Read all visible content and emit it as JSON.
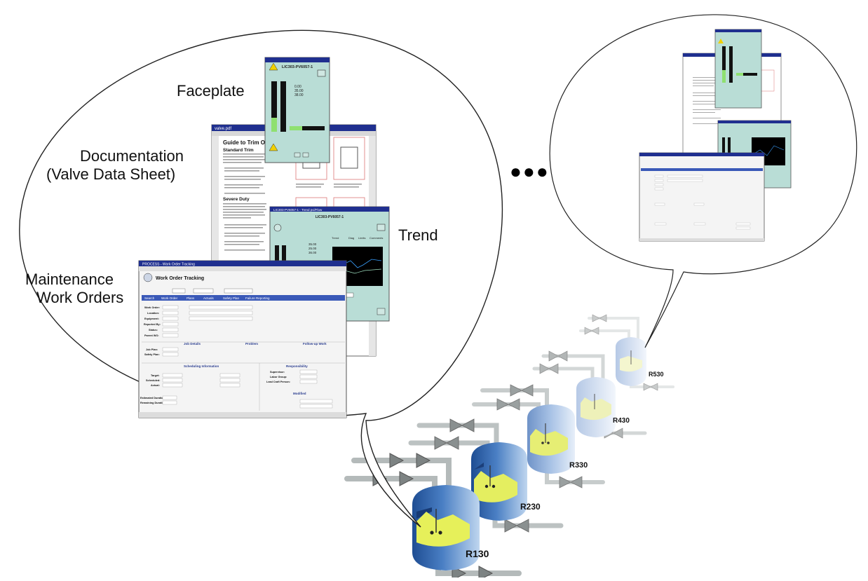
{
  "labels": {
    "faceplate": "Faceplate",
    "documentation_line1": "Documentation",
    "documentation_line2": "(Valve Data Sheet)",
    "trend": "Trend",
    "maintenance_line1": "Maintenance",
    "maintenance_line2": "Work Orders"
  },
  "reactors": [
    "R130",
    "R230",
    "R330",
    "R430",
    "R530"
  ],
  "ellipsis": "●●●",
  "faceplate_window": {
    "title": "LIC303-PV6057-1",
    "values": [
      "0.00",
      "35.00",
      "38.00"
    ]
  },
  "doc_window": {
    "title": "valve.pdf",
    "heading": "Guide to Trim Options",
    "sections": [
      "Standard Trim",
      "Severe Duty"
    ]
  },
  "trend_window": {
    "title": "LIC303-PV6057-1 - Trend pvi/Flow",
    "header": "LIC303-PV6057-1",
    "values": [
      "35.00",
      "25.00",
      "36.00"
    ],
    "tabs": [
      "Trend",
      "Diag",
      "Limits",
      "Comments"
    ]
  },
  "work_order_window": {
    "title": "PROCESS - Work Order Tracking",
    "app_title": "Work Order Tracking",
    "tabs": [
      "Search",
      "Work Order",
      "Plans",
      "Actuals",
      "Safety Plan",
      "Failure Reporting"
    ],
    "section_titles": [
      "Job Details",
      "Problem",
      "Follow-up Work",
      "Scheduling Information",
      "Responsibility",
      "Modified"
    ],
    "fields": [
      "Work Order:",
      "Location:",
      "Equipment:",
      "Reported By:",
      "Status:",
      "Parent WO:",
      "Job Plan:",
      "Safety Plan:",
      "Target:",
      "Scheduled:",
      "Actual:",
      "Estimated Duration:",
      "Remaining Duration:",
      "Supervisor:",
      "Labor Group:",
      "Lead Craft Person:"
    ]
  },
  "colors": {
    "panel_teal": "#b9ddd6",
    "window_title": "#1f2f8f",
    "pipe_gray": "#b9bfbf",
    "tank_blue": "#2f5d9e",
    "fluid_yellow": "#e9f06a"
  }
}
